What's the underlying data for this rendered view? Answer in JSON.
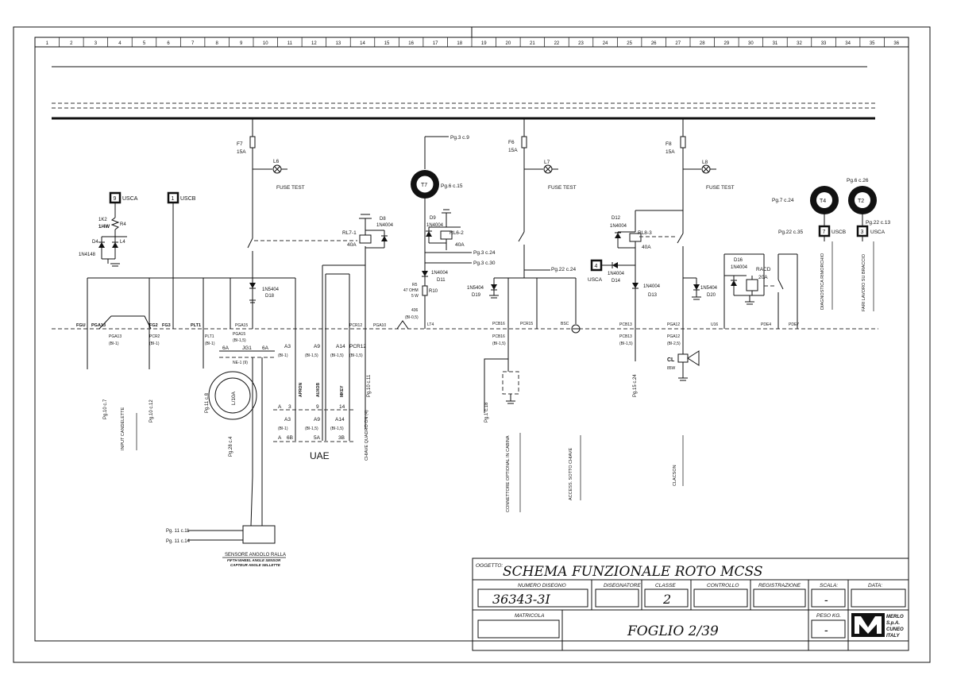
{
  "columns": [
    "1",
    "2",
    "3",
    "4",
    "5",
    "6",
    "7",
    "8",
    "9",
    "10",
    "11",
    "12",
    "13",
    "14",
    "15",
    "16",
    "17",
    "18",
    "19",
    "20",
    "21",
    "22",
    "23",
    "24",
    "25",
    "26",
    "27",
    "28",
    "29",
    "30",
    "31",
    "32",
    "33",
    "34",
    "35",
    "36"
  ],
  "fuses": [
    {
      "id": "F7",
      "rating": "15A",
      "lamp": "L6",
      "lamp_label": "FUSE TEST"
    },
    {
      "id": "F6",
      "rating": "15A",
      "lamp": "L7",
      "lamp_label": "FUSE TEST"
    },
    {
      "id": "F8",
      "rating": "15A",
      "lamp": "L8",
      "lamp_label": "FUSE TEST"
    }
  ],
  "connectors": {
    "c9": {
      "num": "9",
      "label": "USCA"
    },
    "c1": {
      "num": "1",
      "label": "USCB"
    },
    "c4": {
      "num": "4",
      "label": "USCA"
    },
    "c7": {
      "num": "7",
      "label": "USCB"
    },
    "c3": {
      "num": "3",
      "label": "USCA"
    }
  },
  "components": {
    "r4": {
      "value": "1K2",
      "power": "1/4W",
      "id": "R4"
    },
    "d4": {
      "id": "D4",
      "part": "1N4148"
    },
    "l4": "L4",
    "rl7": {
      "id": "RL7-1",
      "rating": "40A"
    },
    "d8": {
      "id": "D8",
      "part": "1N4004"
    },
    "d9": {
      "id": "D9",
      "part": "1N4004"
    },
    "rl6": {
      "id": "RL6-2",
      "rating": "40A"
    },
    "d11": {
      "part": "1N4004",
      "id": "D11"
    },
    "r10": {
      "spec1": "R5",
      "spec2": "47 OHM",
      "spec3": "5 W",
      "id": "R10"
    },
    "d18": {
      "part": "1N5404",
      "id": "D18"
    },
    "d19": {
      "part": "1N5404",
      "id": "D19"
    },
    "d12": {
      "id": "D12",
      "part": "1N4004"
    },
    "rl8": {
      "id": "RL8-3",
      "rating": "40A"
    },
    "d14": {
      "part": "1N4004",
      "id": "D14"
    },
    "d13": {
      "part": "1N4004",
      "id": "D13"
    },
    "d20": {
      "part": "1N5404",
      "id": "D20"
    },
    "d16": {
      "id": "D16",
      "part": "1N4004"
    },
    "racd": {
      "id": "RACD",
      "rating": "20A"
    },
    "t7": "T7",
    "t4": "T4",
    "t2": "T2",
    "cl": {
      "id": "CL",
      "power": "85W"
    },
    "l10a": "L/10A",
    "jg1": "JG1",
    "uae": "UAE"
  },
  "refs": {
    "pg3c9": "Pg.3 c.9",
    "pg6c15": "Pg.6 c.15",
    "pg3c24": "Pg.3 c.24",
    "pg3c30": "Pg.3 c.30",
    "pg22c24": "Pg.22 c.24",
    "pg7c24": "Pg.7 c.24",
    "pg6c26": "Pg.6 c.26",
    "pg22c35": "Pg.22 c.35",
    "pg22c13": "Pg.22 c.13",
    "pg11c11": "Pg. 11 c.11",
    "pg11c14": "Pg. 11 c.14"
  },
  "wire_labels": {
    "fgu": "FGU",
    "pga13a": "PGA13",
    "fg2": "FG2",
    "fg3": "FG3",
    "plt1a": "PLT1",
    "pga13b": "PGA13",
    "pcr2": "PCR2",
    "bi1": "(BI-1)",
    "plt1b": "PLT1",
    "pga15": "PGA15",
    "pga15b": "PGA15",
    "bi15": "(BI-1,5)",
    "pcr12": "PCR12",
    "pga10": "PGA10",
    "n436": "436",
    "bi05": "(BI-0,5)",
    "lt4": "LT4",
    "pcb16": "PCB16",
    "pcr15": "PCR15",
    "bsc": "BSC",
    "pcb16b": "PCB16",
    "pcb13": "PCB13",
    "pga12": "PGA12",
    "pcb13b": "PCB13",
    "pga12b": "PGA12",
    "bi25": "(BI-2,5)",
    "u16": "U16",
    "pde4": "PDE4",
    "pde7": "PDE7",
    "a3": "A3",
    "a9": "A9",
    "a14": "A14",
    "pcr12b": "PCR12",
    "sixa1": "6A",
    "sixa2": "6A",
    "ne1": "NE-1 (9)",
    "rowA": "A",
    "n3": "3",
    "n9": "9",
    "n14": "14",
    "rowA2": "A",
    "n6b": "6B",
    "n5a": "5A",
    "n3b": "3B"
  },
  "vert_labels": {
    "pg10c7": "Pg.10 c.7",
    "pg10c12": "Pg.10 c.12",
    "pg11c8": "Pg.11 c.8",
    "pg28c4": "Pg.28 c.4",
    "pg10c11": "Pg.10 c.11",
    "pg1c18": "Pg.1 c.18",
    "pg15c24": "Pg.15 c.24",
    "input_candelette": "INPUT CANDELETTE",
    "connettore": "CONNETTORE OPTIONAL IN CABINA",
    "accessori": "ACCESS. SOTTO CHIAVE",
    "chiave": "CHIAVE QUADRO ON (4)",
    "clacson": "CLACSON",
    "diagnostica": "DIAGNOSTICA RIMORCHIO",
    "fari": "FARI LAVORO SU BRACCIO",
    "apron": "APRON",
    "auxob": "AUXOB",
    "mkey": "MKEY"
  },
  "sensor": {
    "it": "SENSORE ANGOLO RALLA",
    "en": "FIFTH WHEEL ANGLE SENSOR",
    "fr": "CAPTEUR ANGLE SELLETTE"
  },
  "title_block": {
    "oggetto_label": "OGGETTO:",
    "title": "SCHEMA FUNZIONALE ROTO MCSS",
    "numero_label": "NUMERO DISEGNO",
    "numero": "36343-3I",
    "disegnatore_label": "DISEGNATORE",
    "classe_label": "CLASSE",
    "classe": "2",
    "controllo_label": "CONTROLLO",
    "registrazione_label": "REGISTRAZIONE",
    "scala_label": "SCALA:",
    "scala": "-",
    "data_label": "DATA:",
    "matricola_label": "MATRICOLA",
    "foglio": "FOGLIO  2/39",
    "peso_label": "PESO KG.",
    "peso": "-",
    "company": [
      "MERLO",
      "S.p.A.",
      "CUNEO",
      "ITALY"
    ]
  }
}
